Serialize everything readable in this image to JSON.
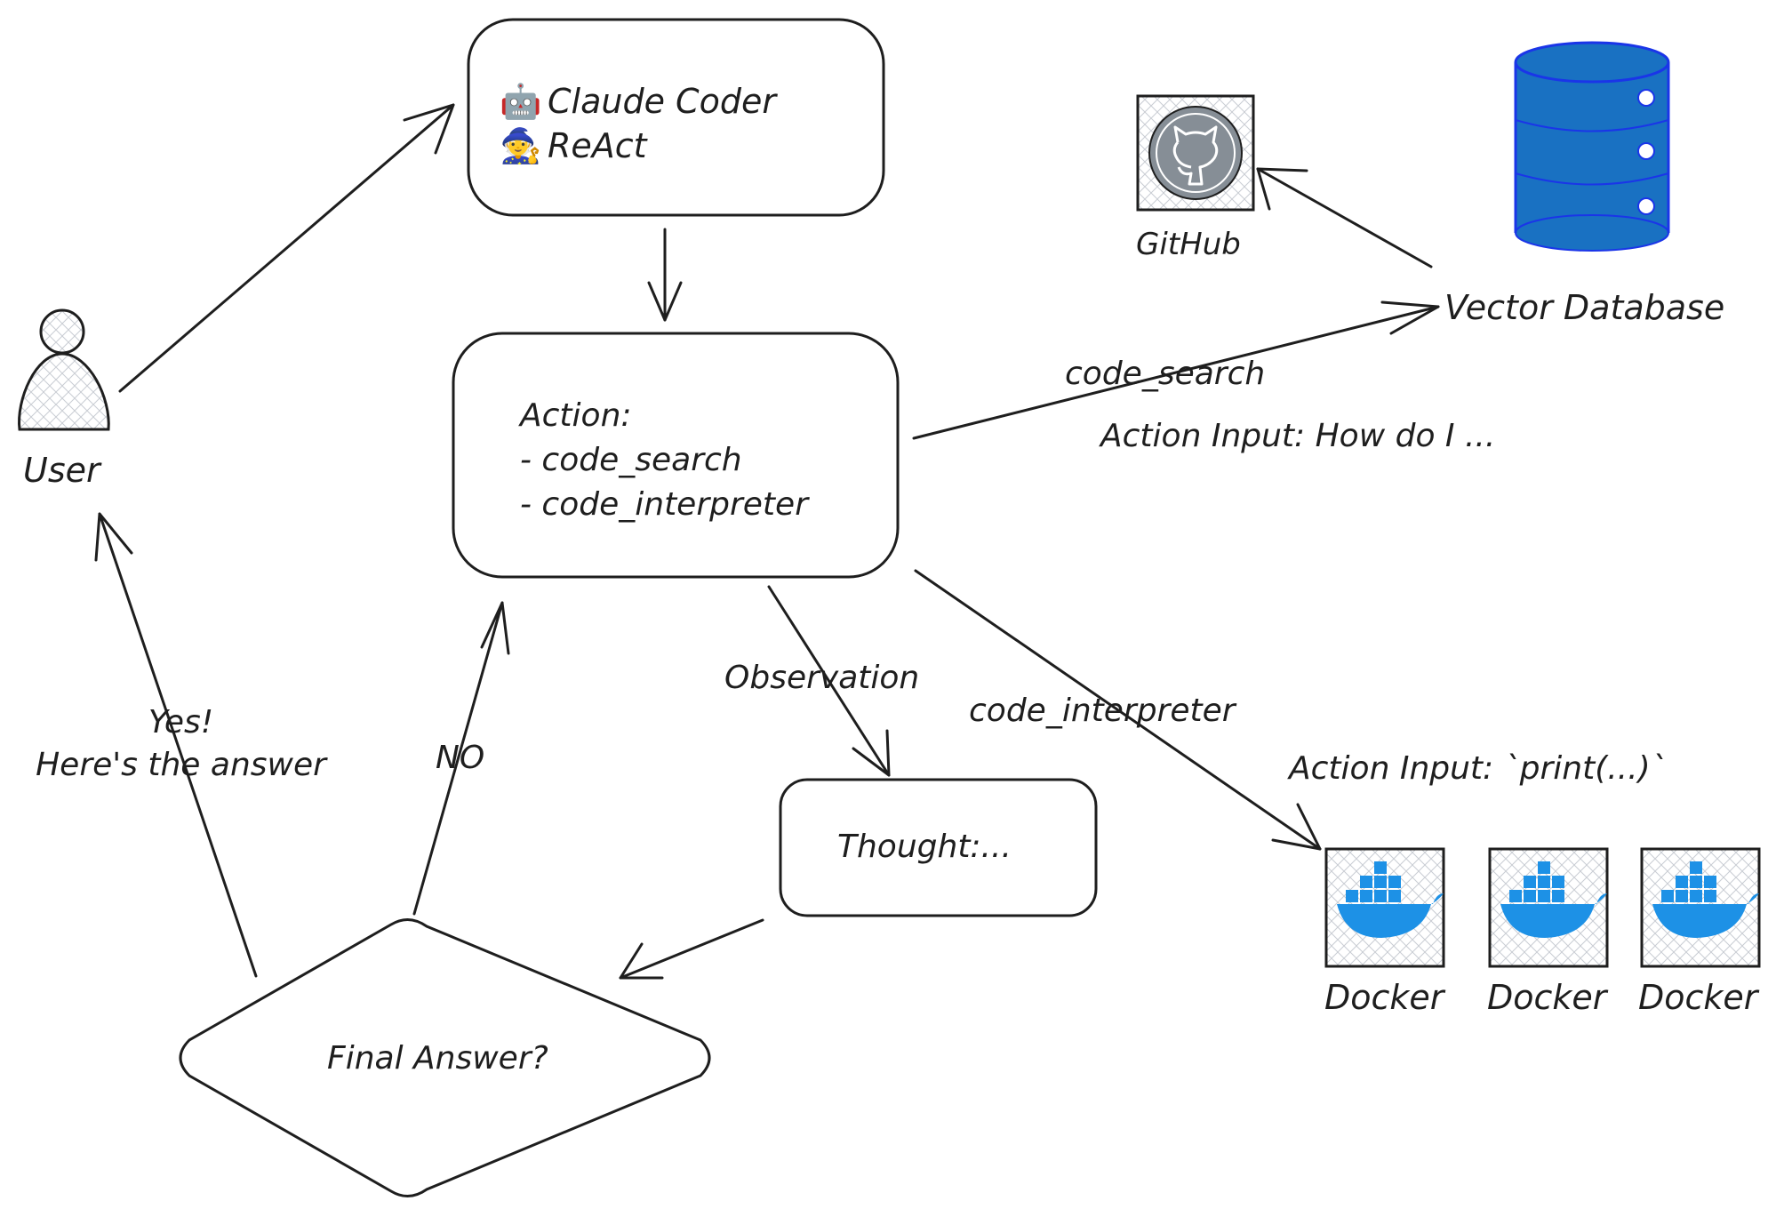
{
  "nodes": {
    "user": {
      "label": "User",
      "icon": "user-icon"
    },
    "agent": {
      "lines": [
        {
          "icon": "robot-icon",
          "glyph": "🤖",
          "text": "Claude Coder"
        },
        {
          "icon": "wizard-icon",
          "glyph": "🧙",
          "text": "ReAct"
        }
      ]
    },
    "action": {
      "title": "Action:",
      "items": [
        "- code_search",
        "- code_interpreter"
      ]
    },
    "thought": {
      "label": "Thought:..."
    },
    "decision": {
      "label": "Final Answer?"
    },
    "github": {
      "label": "GitHub",
      "icon": "github-icon"
    },
    "vector_db": {
      "label": "Vector Database",
      "icon": "database-icon"
    },
    "dockers": [
      {
        "label": "Docker",
        "icon": "docker-icon"
      },
      {
        "label": "Docker",
        "icon": "docker-icon"
      },
      {
        "label": "Docker",
        "icon": "docker-icon"
      }
    ]
  },
  "edges": {
    "code_search": "code_search",
    "code_search_input": "Action Input: How do I ...",
    "code_interpreter": "code_interpreter",
    "code_interpreter_input": "Action Input: `print(...)`",
    "observation": "Observation",
    "no": "NO",
    "yes_line1": "Yes!",
    "yes_line2": "Here's the answer"
  },
  "colors": {
    "stroke": "#1e1e1e",
    "docker_blue": "#1d91e6",
    "db_blue": "#1971c2",
    "db_outline": "#1a35e8",
    "github_gray": "#868e96",
    "hatch": "#c9cdd3"
  }
}
